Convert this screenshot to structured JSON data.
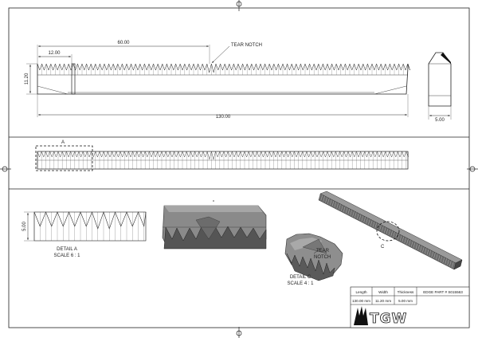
{
  "dimensions": {
    "d60": "60.00",
    "d12": "12.00",
    "d11_20": "11.20",
    "d130": "130.00",
    "d5": "5.00",
    "detail_a_5": "5.00"
  },
  "labels": {
    "tear_notch": "TEAR NOTCH",
    "tear_notch_iso": [
      "TEAR",
      "NOTCH"
    ],
    "marker_a": "A",
    "marker_c": "C",
    "detail_a": [
      "DETAIL  A",
      "SCALE 6 : 1"
    ],
    "detail_c": [
      "DETAIL  C",
      "SCALE 4 : 1"
    ]
  },
  "title_block": {
    "headers": [
      "Length",
      "Width",
      "Thickness"
    ],
    "values": [
      "130.00 mm",
      "11.20 mm",
      "5.00 mm"
    ],
    "part_number": "EDGE PART # S015563",
    "logo": "TGW"
  }
}
